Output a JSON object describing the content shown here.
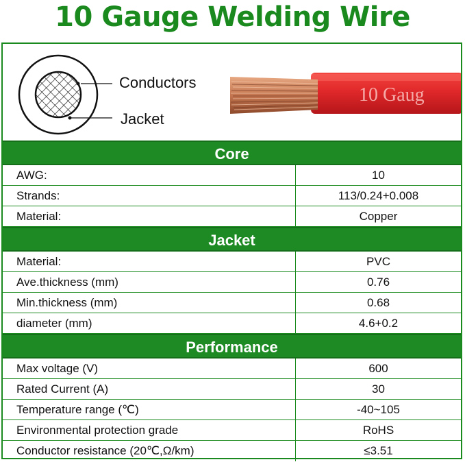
{
  "title": "10 Gauge Welding Wire",
  "diagram": {
    "conductors_label": "Conductors",
    "jacket_label": "Jacket",
    "wire_print": "10 Gaug"
  },
  "colors": {
    "accent": "#1d8a24",
    "wire_red": "#e0282a",
    "copper": "#c9825a"
  },
  "sections": [
    {
      "header": "Core",
      "rows": [
        {
          "key": "AWG:",
          "value": "10"
        },
        {
          "key": "Strands:",
          "value": "113/0.24+0.008"
        },
        {
          "key": "Material:",
          "value": "Copper"
        }
      ]
    },
    {
      "header": "Jacket",
      "rows": [
        {
          "key": "Material:",
          "value": "PVC"
        },
        {
          "key": "Ave.thickness (mm)",
          "value": "0.76"
        },
        {
          "key": "Min.thickness (mm)",
          "value": "0.68"
        },
        {
          "key": "diameter (mm)",
          "value": "4.6+0.2"
        }
      ]
    },
    {
      "header": "Performance",
      "rows": [
        {
          "key": "Max voltage (V)",
          "value": "600"
        },
        {
          "key": "Rated Current (A)",
          "value": "30"
        },
        {
          "key": "Temperature range (℃)",
          "value": "-40~105"
        },
        {
          "key": "Environmental protection grade",
          "value": "RoHS"
        },
        {
          "key": "Conductor resistance (20℃,Ω/km)",
          "value": "≤3.51"
        }
      ]
    }
  ]
}
